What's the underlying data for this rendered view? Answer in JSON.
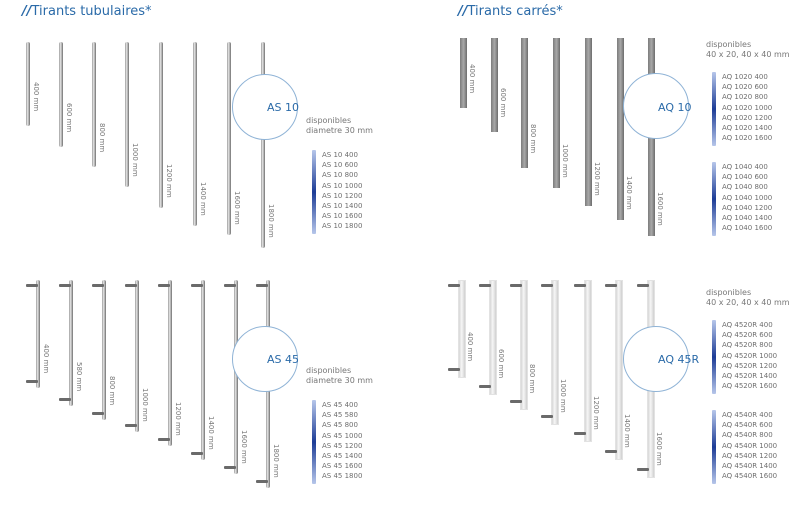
{
  "sections": {
    "tubular": {
      "title": "Tirants tubulaires*"
    },
    "square": {
      "title": "Tirants carrés*"
    }
  },
  "blocks": {
    "as10": {
      "label": "AS 10",
      "note": [
        "disponibles",
        "diametre  30 mm"
      ],
      "lengths": [
        "400 mm",
        "600 mm",
        "800 mm",
        "1000 mm",
        "1200 mm",
        "1400 mm",
        "1600 mm",
        "1800 mm"
      ],
      "items": [
        "AS 10 400",
        "AS 10 600",
        "AS 10 800",
        "AS 10 1000",
        "AS 10 1200",
        "AS 10 1400",
        "AS 10 1600",
        "AS 10 1800"
      ]
    },
    "as45": {
      "label": "AS 45",
      "note": [
        "disponibles",
        "diametre  30 mm"
      ],
      "lengths": [
        "400 mm",
        "580 mm",
        "800 mm",
        "1000 mm",
        "1200 mm",
        "1400 mm",
        "1600 mm",
        "1800 mm"
      ],
      "items": [
        "AS 45 400",
        "AS 45 580",
        "AS 45 800",
        "AS 45 1000",
        "AS 45 1200",
        "AS 45 1400",
        "AS 45 1600",
        "AS 45 1800"
      ]
    },
    "aq10": {
      "label": "AQ 10",
      "note": [
        "disponibles",
        "40 x 20, 40 x 40 mm"
      ],
      "lengths": [
        "400 mm",
        "600 mm",
        "800 mm",
        "1000 mm",
        "1200 mm",
        "1400 mm",
        "1600 mm"
      ],
      "items_a": [
        "AQ 1020 400",
        "AQ 1020 600",
        "AQ 1020 800",
        "AQ 1020 1000",
        "AQ 1020 1200",
        "AQ 1020 1400",
        "AQ 1020 1600"
      ],
      "items_b": [
        "AQ 1040 400",
        "AQ 1040 600",
        "AQ 1040 800",
        "AQ 1040 1000",
        "AQ 1040 1200",
        "AQ 1040 1400",
        "AQ 1040 1600"
      ]
    },
    "aq45r": {
      "label": "AQ 45R",
      "note": [
        "disponibles",
        "40 x 20, 40 x 40 mm"
      ],
      "lengths": [
        "400 mm",
        "600 mm",
        "800 mm",
        "1000 mm",
        "1200 mm",
        "1400 mm",
        "1600 mm"
      ],
      "items_a": [
        "AQ 4520R 400",
        "AQ 4520R 600",
        "AQ 4520R 800",
        "AQ 4520R 1000",
        "AQ 4520R 1200",
        "AQ 4520R 1400",
        "AQ 4520R 1600"
      ],
      "items_b": [
        "AQ 4540R 400",
        "AQ 4540R 600",
        "AQ 4540R 800",
        "AQ 4540R 1000",
        "AQ 4540R 1200",
        "AQ 4540R 1400",
        "AQ 4540R 1600"
      ]
    }
  }
}
